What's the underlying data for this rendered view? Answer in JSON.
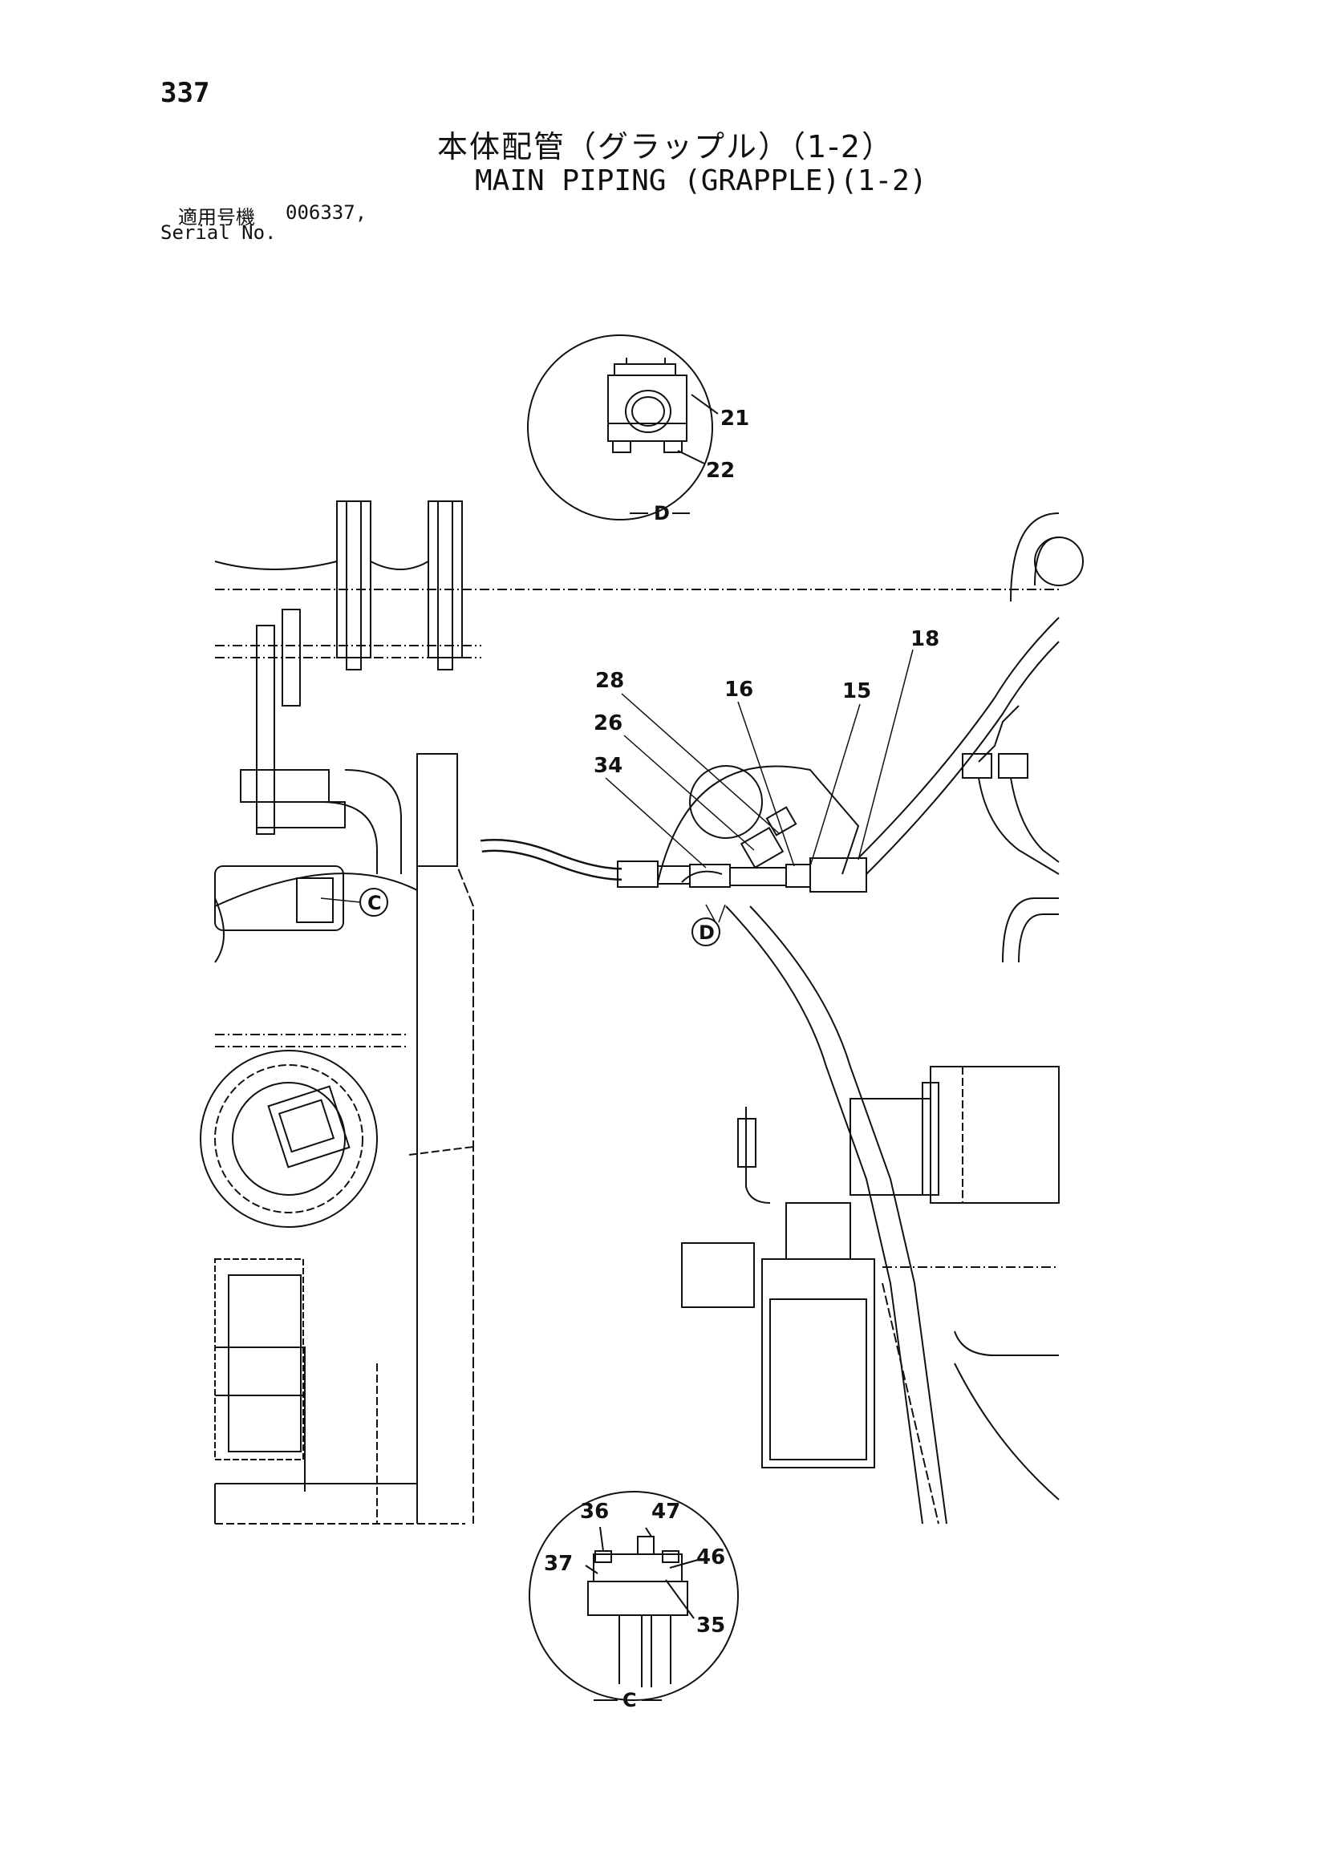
{
  "page_number": "337",
  "title_jp": "本体配管（グラップル）（1-2）",
  "title_en": "MAIN PIPING (GRAPPLE)(1-2)",
  "serial": {
    "label_jp": "適用号機",
    "label_en": "Serial No.",
    "value": "006337,"
  },
  "callouts": {
    "p21": "21",
    "p22": "22",
    "p28": "28",
    "p26": "26",
    "p34": "34",
    "p16": "16",
    "p15": "15",
    "p18": "18",
    "p36": "36",
    "p47": "47",
    "p37": "37",
    "p46": "46",
    "p35": "35"
  },
  "views": {
    "d_label": "D",
    "c_label": "C",
    "ref_c": "C",
    "ref_d": "D"
  }
}
